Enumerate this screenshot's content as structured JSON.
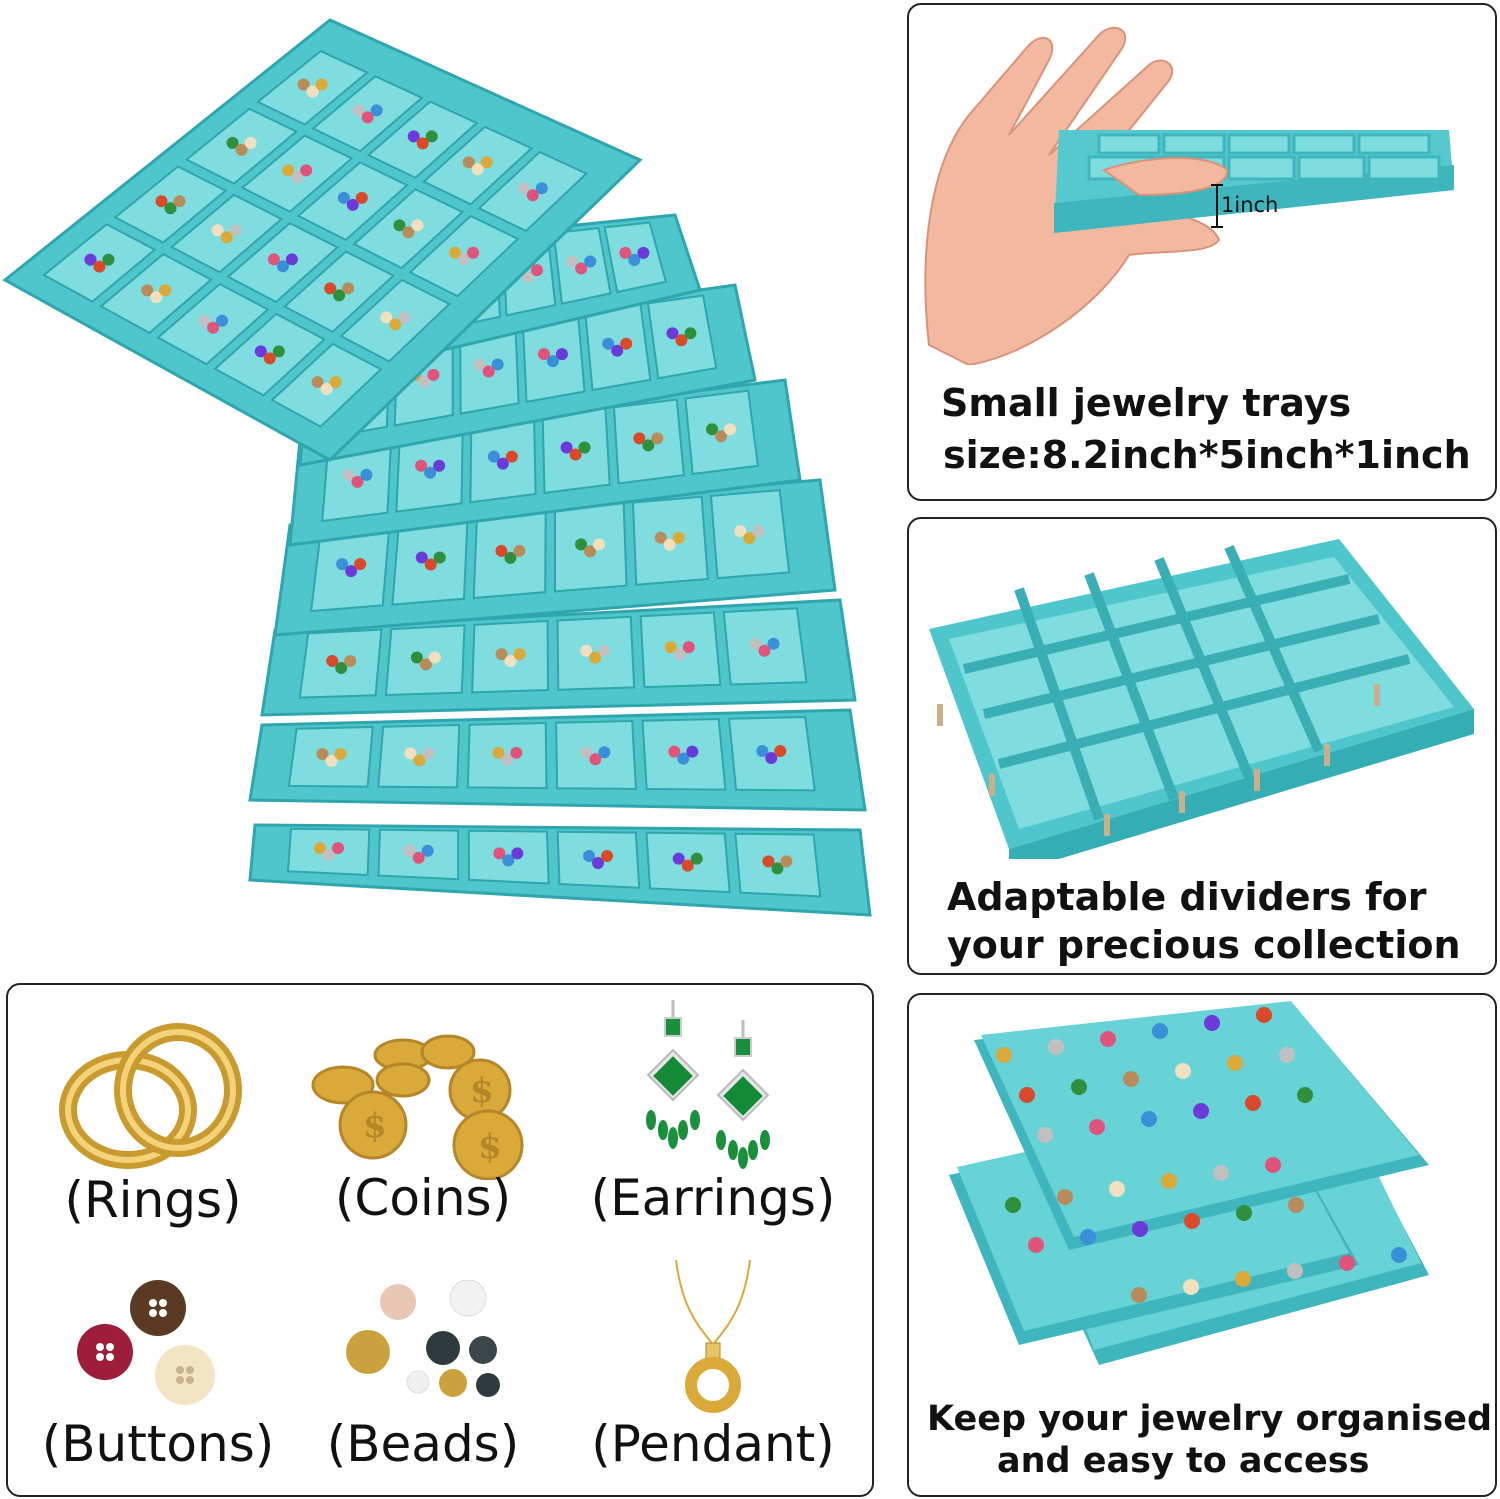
{
  "colors": {
    "tray": "#4ec6cc",
    "tray_dark": "#2fa6ad",
    "tray_light": "#7fdde0",
    "gold": "#d9a93a",
    "border": "#222222"
  },
  "panels": {
    "thin_tray": {
      "measure_label": "1inch",
      "caption_line1": "Small jewelry trays",
      "caption_line2": "size:8.2inch*5inch*1inch"
    },
    "dividers": {
      "caption_line1": "Adaptable dividers for",
      "caption_line2": "your precious collection"
    },
    "stacked": {
      "caption_line1": "Keep your jewelry organised",
      "caption_line2": "and easy to access"
    }
  },
  "items": [
    {
      "label": "(Rings)",
      "icon": "rings-icon"
    },
    {
      "label": "(Coins)",
      "icon": "coins-icon"
    },
    {
      "label": "(Earrings)",
      "icon": "earrings-icon"
    },
    {
      "label": "(Buttons)",
      "icon": "buttons-icon"
    },
    {
      "label": "(Beads)",
      "icon": "beads-icon"
    },
    {
      "label": "(Pendant)",
      "icon": "pendant-icon"
    }
  ]
}
